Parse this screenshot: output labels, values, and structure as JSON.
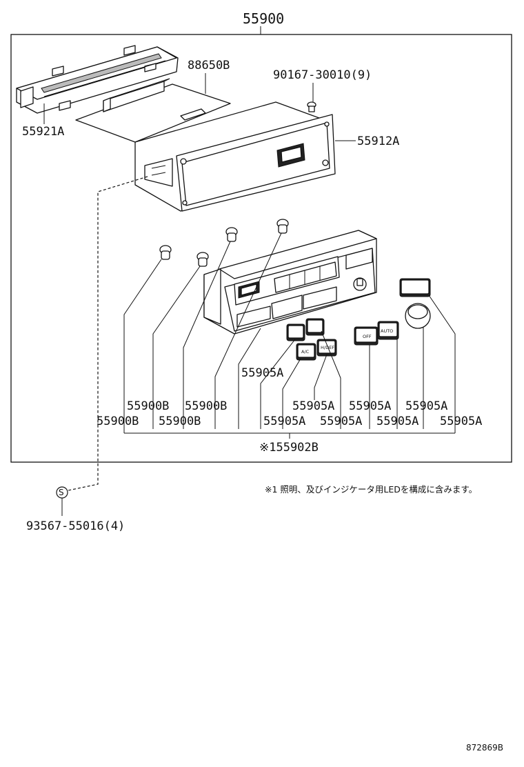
{
  "diagram": {
    "assembly_part_number": "55900",
    "parts": {
      "p55921A": "55921A",
      "p88650B": "88650B",
      "p90167": "90167-30010(9)",
      "p55912A": "55912A",
      "p55900B_1": "55900B",
      "p55900B_2": "55900B",
      "p55900B_3": "55900B",
      "p55900B_4": "55900B",
      "p55905A_1": "55905A",
      "p55905A_2": "55905A",
      "p55905A_3": "55905A",
      "p55905A_4": "55905A",
      "p55905A_5": "55905A",
      "p55905A_6": "55905A",
      "p55905A_7": "55905A",
      "p55905A_8": "55905A",
      "p55902B": "※155902B",
      "p93567": "93567-55016(4)"
    },
    "circle_symbol": "S",
    "note": "※1 照明、及びインジケータ用LEDを構成に含みます。",
    "drawing_code": "872869B",
    "button_labels": {
      "a": "A/C",
      "b": "OFF",
      "c": "AUTO",
      "d": "H/DEF"
    }
  }
}
